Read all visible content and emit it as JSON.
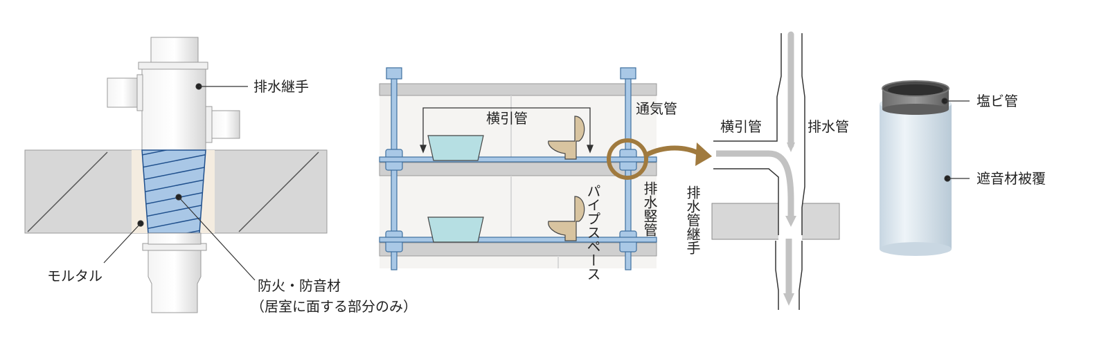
{
  "left_panel": {
    "label_joint": "排水継手",
    "label_mortar": "モルタル",
    "label_fireproof_line1": "防火・防音材",
    "label_fireproof_line2": "（居室に面する部分のみ）"
  },
  "middle_panel": {
    "label_horizontal_pipe": "横引管",
    "label_vent_pipe": "通気管",
    "label_pipe_space": "パイプスペース",
    "label_drain_stack": "排水竪管"
  },
  "right_panel": {
    "label_horizontal_pipe": "横引管",
    "label_drain_pipe": "排水管",
    "label_drain_joint": "排水管継手"
  },
  "far_right_panel": {
    "label_pvc_pipe": "塩ビ管",
    "label_insulation": "遮音材被覆"
  },
  "colors": {
    "slab": "#d6d6d6",
    "pipe": "#eeeeee",
    "fireproof_blue": "#a9c7e6",
    "stripe_blue": "#1f4f8c",
    "vent_blue": "#a9c8e6",
    "sink": "#b6dfe3",
    "toilet": "#d8c4a0",
    "accent_brown": "#a07a3e",
    "cover_blue": "#d8e4ec"
  }
}
